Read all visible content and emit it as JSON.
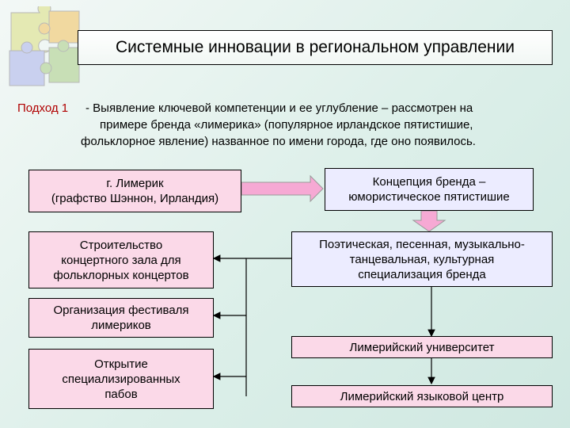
{
  "title": "Системные инновации в региональном управлении",
  "approach": {
    "lead": "Подход 1",
    "lines": [
      "- Выявление ключевой компетенции и ее углубление – рассмотрен на",
      "примере бренда «лимерика» (популярное ирландское пятистишие,",
      "фольклорное явление) названное по имени города, где оно появилось."
    ]
  },
  "boxes": {
    "limerick_city": [
      "г. Лимерик",
      "(графство Шэннон, Ирландия)"
    ],
    "brand_concept": [
      "Концепция бренда –",
      "юмористическое пятистишие"
    ],
    "concert_hall": [
      "Строительство",
      "концертного зала для",
      "фольклорных концертов"
    ],
    "specialization": [
      "Поэтическая, песенная, музыкально-",
      "танцевальная, культурная",
      "специализация бренда"
    ],
    "festival": [
      "Организация фестиваля",
      "лимериков"
    ],
    "pubs": [
      "Открытие",
      "специализированных",
      "пабов"
    ],
    "university": [
      "Лимерийский университет"
    ],
    "language_center": [
      "Лимерийский языковой центр"
    ]
  },
  "colors": {
    "box_pink": "#fbd9e8",
    "box_lavender": "#ececff",
    "big_arrow_fill": "#f6a9d4",
    "approach_lead": "#b00000",
    "connector": "#000000",
    "puzzle": [
      "#e4e9b3",
      "#f1d9a0",
      "#c9d0ef",
      "#c8dfb6"
    ]
  }
}
